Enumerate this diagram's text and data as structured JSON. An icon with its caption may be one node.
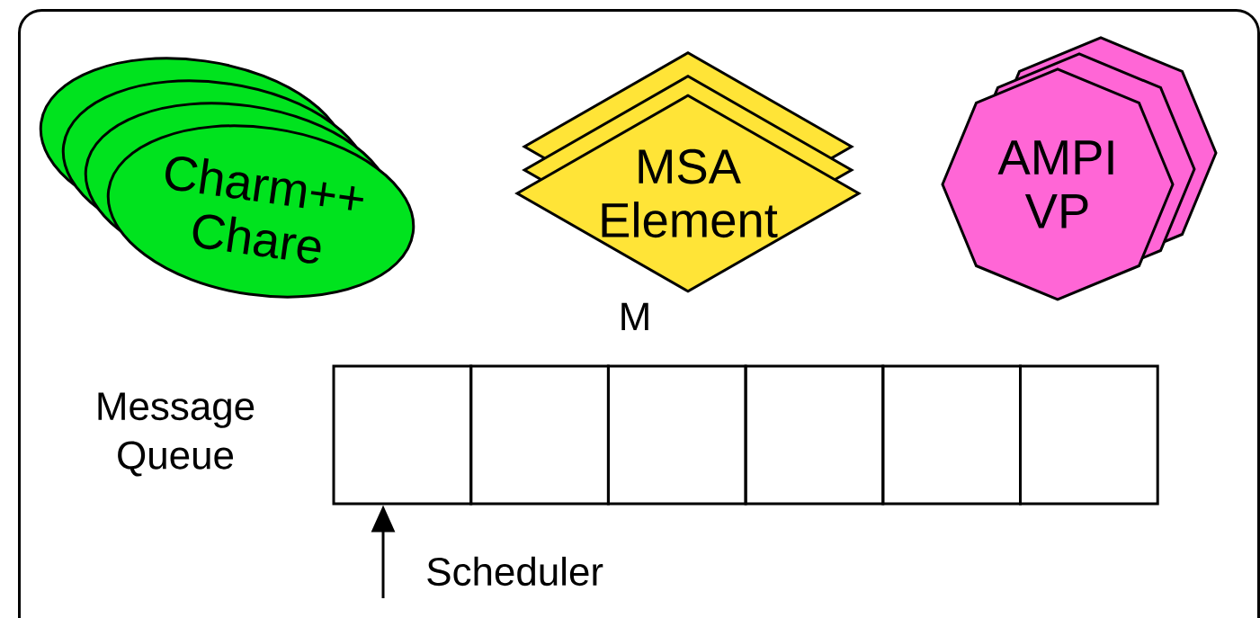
{
  "diagram": {
    "nodes": [
      {
        "text": [],
        "shape": "box"
      },
      {
        "text": [
          "Charm++ Chare"
        ],
        "in": 0
      },
      {
        "text": [
          "MSA Element"
        ],
        "in": 0
      },
      {
        "text": [
          "AMPI VP"
        ],
        "in": 0
      },
      {
        "text": [],
        "shape": "box",
        "in": 0
      },
      {
        "text": [],
        "shape": "box",
        "in": 0
      },
      {
        "text": [],
        "shape": "box",
        "in": 0
      },
      {
        "text": [],
        "shape": "box",
        "in": 0
      },
      {
        "text": [],
        "shape": "box",
        "in": 0
      },
      {
        "text": [],
        "shape": "box",
        "in": 0
      }
    ],
    "edges": [
      {
        "from": null,
        "to": 4,
        "arrow": "to",
        "label": "Scheduler"
      }
    ],
    "labels": [
      "M",
      "Message Queue"
    ]
  }
}
